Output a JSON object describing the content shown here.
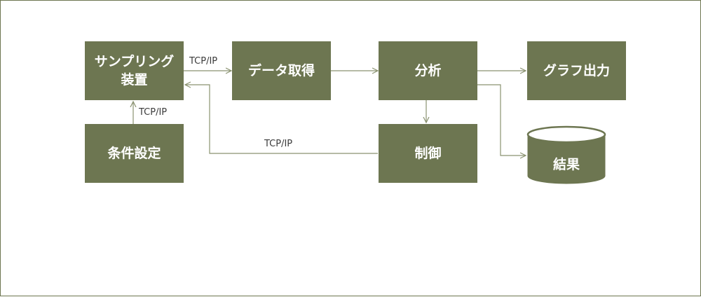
{
  "nodes": {
    "sampling_device": {
      "line1": "サンプリング",
      "line2": "装置"
    },
    "conditions": {
      "label": "条件設定"
    },
    "data_acquisition": {
      "label": "データ取得"
    },
    "analysis": {
      "label": "分析"
    },
    "graph_output": {
      "label": "グラフ出力"
    },
    "control": {
      "label": "制御"
    },
    "results": {
      "label": "結果"
    }
  },
  "edges": {
    "sampling_to_acquisition": "TCP/IP",
    "conditions_to_sampling": "TCP/IP",
    "control_to_sampling": "TCP/IP"
  },
  "colors": {
    "node_fill": "#6d7651",
    "node_text": "#ffffff",
    "connector": "#8a9270",
    "frame_border": "#6d7651"
  }
}
